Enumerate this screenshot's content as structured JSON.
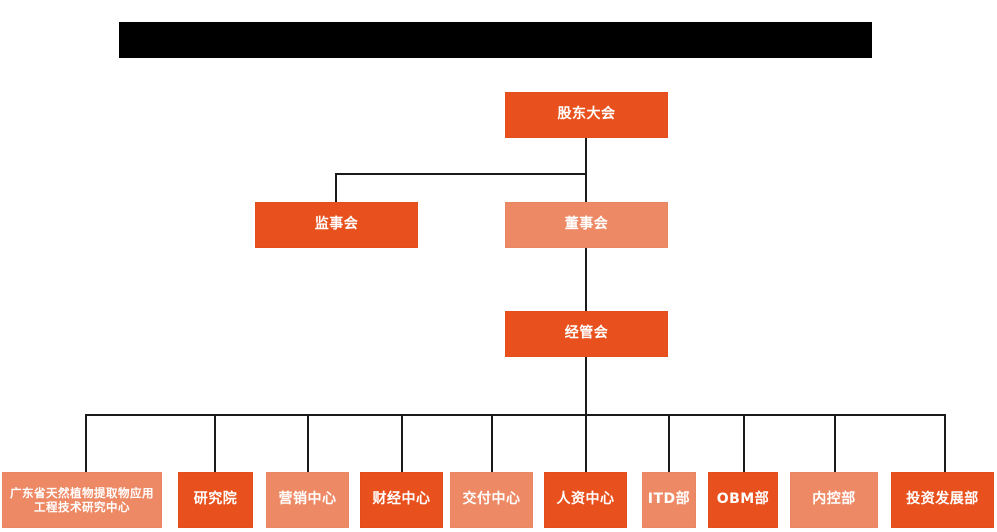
{
  "diagram": {
    "type": "organization-chart",
    "title_bar": {
      "text": "",
      "redacted": true
    },
    "colors": {
      "dark_orange": "#E8511D",
      "light_orange": "#ED8A65",
      "connector": "#1a1a1a",
      "title_bar": "#000000",
      "background": "#ffffff",
      "node_text": "#ffffff"
    },
    "levels": [
      {
        "level": 1,
        "nodes": [
          {
            "id": "shareholders",
            "label": "股东大会",
            "tone": "dark"
          }
        ]
      },
      {
        "level": 2,
        "nodes": [
          {
            "id": "supervisors",
            "label": "监事会",
            "tone": "dark"
          },
          {
            "id": "directors",
            "label": "董事会",
            "tone": "light"
          }
        ]
      },
      {
        "level": 3,
        "nodes": [
          {
            "id": "management",
            "label": "经管会",
            "tone": "dark"
          }
        ]
      },
      {
        "level": 4,
        "nodes": [
          {
            "id": "research-center",
            "label": "广东省天然植物提取物应用工程技术研究中心",
            "tone": "light"
          },
          {
            "id": "institute",
            "label": "研究院",
            "tone": "dark"
          },
          {
            "id": "marketing-center",
            "label": "营销中心",
            "tone": "light"
          },
          {
            "id": "finance-center",
            "label": "财经中心",
            "tone": "dark"
          },
          {
            "id": "delivery-center",
            "label": "交付中心",
            "tone": "light"
          },
          {
            "id": "hr-center",
            "label": "人资中心",
            "tone": "dark"
          },
          {
            "id": "itd-dept",
            "label": "ITD部",
            "tone": "light"
          },
          {
            "id": "obm-dept",
            "label": "OBM部",
            "tone": "dark"
          },
          {
            "id": "internal-control-dept",
            "label": "内控部",
            "tone": "light"
          },
          {
            "id": "investment-development-dept",
            "label": "投资发展部",
            "tone": "dark"
          }
        ]
      }
    ]
  }
}
